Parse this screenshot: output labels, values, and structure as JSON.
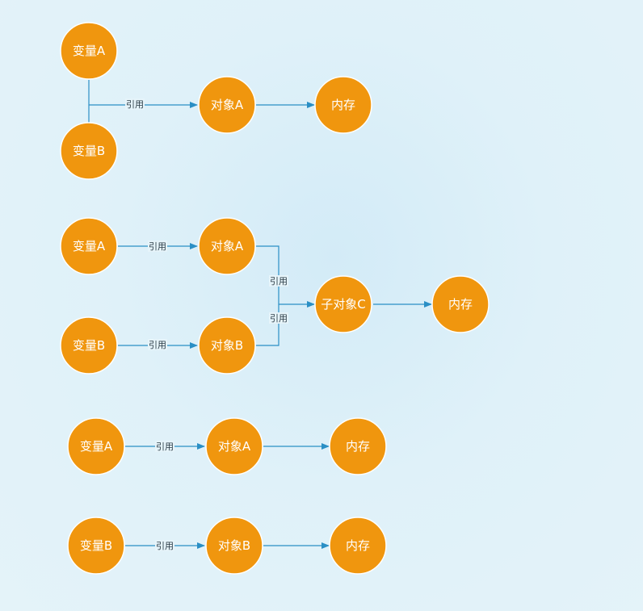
{
  "colors": {
    "node": "#f0960e",
    "node_text": "#ffffff",
    "edge": "#2a8fc5",
    "label_bg": "#e6f4fa"
  },
  "diagram1": {
    "var_a": "变量A",
    "var_b": "变量B",
    "obj_a": "对象A",
    "memory": "内存",
    "ref_label": "引用"
  },
  "diagram2": {
    "var_a": "变量A",
    "var_b": "变量B",
    "obj_a": "对象A",
    "obj_b": "对象B",
    "child_obj_c": "子对象C",
    "memory": "内存",
    "ref_label_a": "引用",
    "ref_label_b": "引用",
    "ref_label_obj_a": "引用",
    "ref_label_obj_b": "引用"
  },
  "diagram3": {
    "var_a": "变量A",
    "obj_a": "对象A",
    "memory": "内存",
    "ref_label": "引用"
  },
  "diagram4": {
    "var_b": "变量B",
    "obj_b": "对象B",
    "memory": "内存",
    "ref_label": "引用"
  }
}
